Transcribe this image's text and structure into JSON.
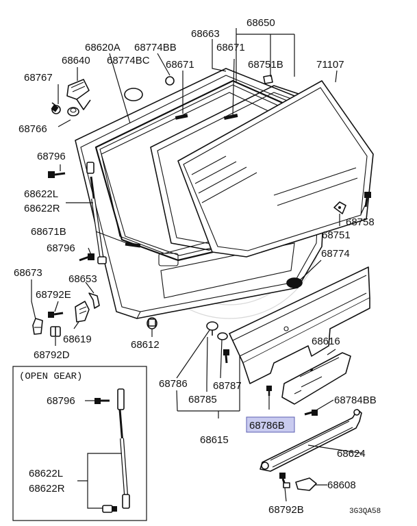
{
  "labels": {
    "p68650": "68650",
    "p68663": "68663",
    "p68620A": "68620A",
    "p68774BB": "68774BB",
    "p68671_top": "68671",
    "p68671_mid": "68671",
    "p68751B": "68751B",
    "p71107": "71107",
    "p68640": "68640",
    "p68774BC": "68774BC",
    "p68767": "68767",
    "p68766": "68766",
    "p68796_a": "68796",
    "p68622L_a": "68622L",
    "p68622R_a": "68622R",
    "p68671B": "68671B",
    "p68796_b": "68796",
    "p68758": "68758",
    "p68751": "68751",
    "p68774": "68774",
    "p68673": "68673",
    "p68653": "68653",
    "p68792E": "68792E",
    "p68619": "68619",
    "p68612": "68612",
    "p68792D": "68792D",
    "p68616": "68616",
    "p68786": "68786",
    "p68787": "68787",
    "p68785": "68785",
    "p68784BB": "68784BB",
    "p68786B": "68786B",
    "p68615": "68615",
    "p68624": "68624",
    "p68608": "68608",
    "p68792B": "68792B",
    "p68796_c": "68796",
    "p68622L_b": "68622L",
    "p68622R_b": "68622R"
  },
  "inset_title": "(OPEN GEAR)",
  "diagram_code": "3G3QA58",
  "highlight_color": "#c9cbef"
}
